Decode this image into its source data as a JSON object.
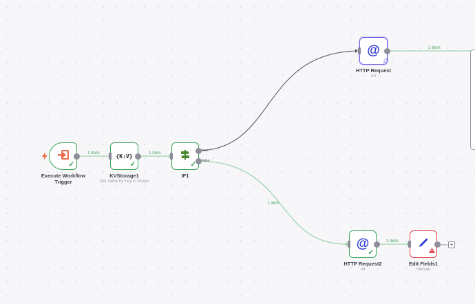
{
  "colors": {
    "canvas_bg": "#f7f7f9",
    "success_green": "#3aa65c",
    "edge_gray": "#555555",
    "selected_purple": "#6b63e8",
    "error_red": "#e0404a",
    "trigger_orange": "#ee6a4a",
    "http_blue": "#2d3bd6"
  },
  "nodes": {
    "trigger": {
      "label": "Execute Workflow Trigger",
      "icon": "sign-in-icon",
      "status": "success"
    },
    "kvstorage": {
      "label": "KVStorage1",
      "subtitle": "Get Value by Key in Scope",
      "icon_text": "{K:V}",
      "status": "success"
    },
    "if": {
      "label": "IF1",
      "icon": "signpost-icon",
      "status": "success",
      "true_label": "true",
      "false_label": "false"
    },
    "http1": {
      "label": "HTTP Request",
      "subtitle": "url",
      "icon_text": "@",
      "status": "pinned"
    },
    "http2": {
      "label": "HTTP Request2",
      "subtitle": "url",
      "icon_text": "@",
      "status": "success"
    },
    "edit": {
      "label": "Edit Fields1",
      "subtitle": "manual",
      "icon": "pencil-icon",
      "status": "error"
    }
  },
  "edges": {
    "trigger_to_kv": "1 item",
    "kv_to_if": "1 item",
    "if_false_to_http2": "1 item",
    "http1_out": "1 item",
    "http2_to_edit": "1 item"
  },
  "add_button": "+"
}
